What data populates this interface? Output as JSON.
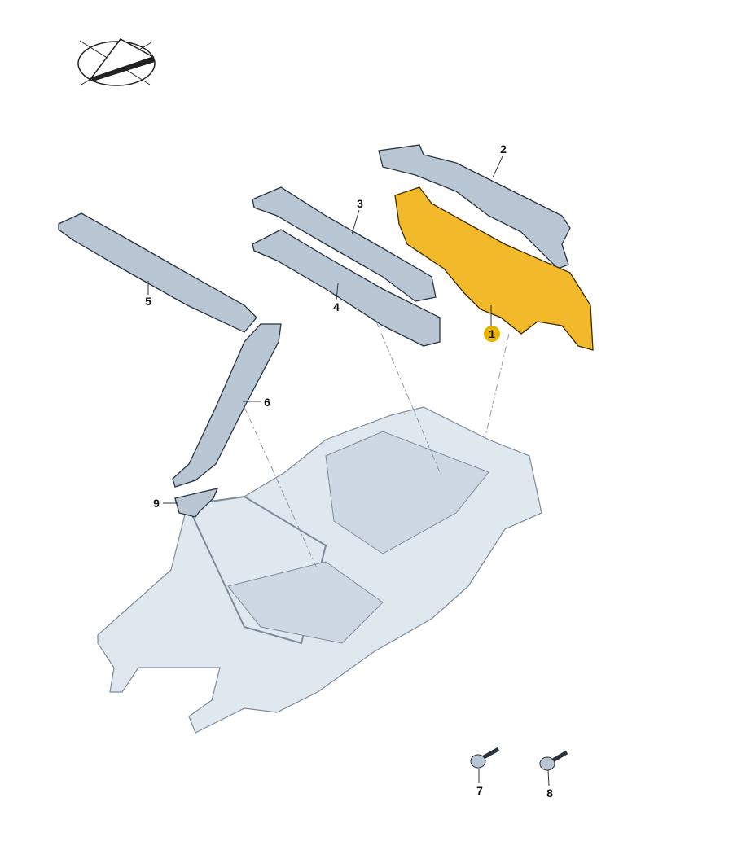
{
  "diagram": {
    "orientation_icon": "vehicle-orientation-icon",
    "callouts": [
      {
        "id": "1",
        "highlighted": true
      },
      {
        "id": "2"
      },
      {
        "id": "3"
      },
      {
        "id": "4"
      },
      {
        "id": "5"
      },
      {
        "id": "6"
      },
      {
        "id": "7"
      },
      {
        "id": "8"
      },
      {
        "id": "9"
      }
    ],
    "colors": {
      "highlight": "#f2b92b",
      "part": "#b9c6d3",
      "body": "#dfe7ef"
    }
  }
}
